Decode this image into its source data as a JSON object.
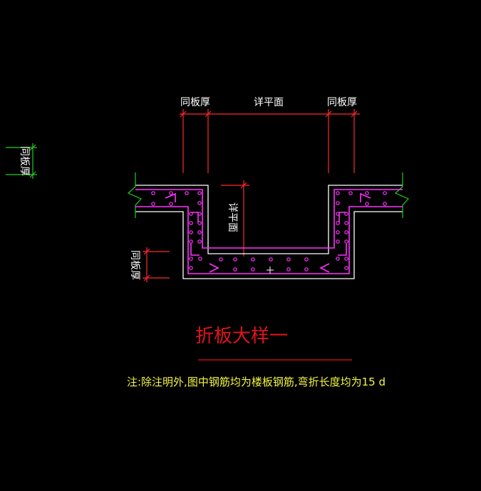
{
  "labels": {
    "top_left": "同板厚",
    "top_mid": "详平面",
    "top_right": "同板厚",
    "far_left": "同板厚",
    "mid_vertical": "详平面",
    "lower_left": "同板厚"
  },
  "title": "折板大样一",
  "note": "注:除注明外,图中钢筋均为楼板钢筋,弯折长度均为15 d",
  "colors": {
    "background": "#000000",
    "dimension": "#ff2a2a",
    "outline": "#ffffff",
    "rebar": "#ff33ff",
    "break_line": "#22cc22",
    "title": "#e0141b",
    "note": "#f5f542"
  }
}
